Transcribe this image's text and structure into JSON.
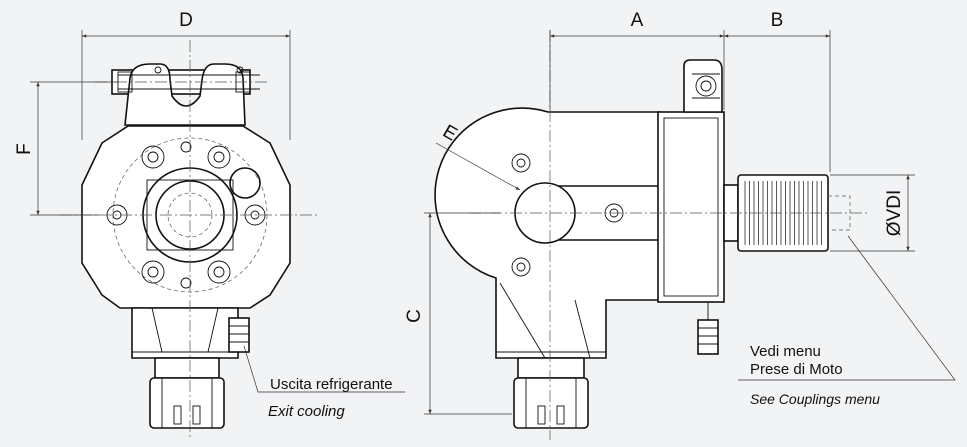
{
  "dimensions": {
    "a": "A",
    "b": "B",
    "c": "C",
    "d": "D",
    "f": "F",
    "e": "E",
    "vdi": "ØVDI"
  },
  "notes": {
    "coolant_it": "Uscita refrigerante",
    "coolant_en": "Exit cooling",
    "coupling_it_1": "Vedi menu",
    "coupling_it_2": "Prese di Moto",
    "coupling_en": "See Couplings menu"
  },
  "colors": {
    "background": "#f2f3f5",
    "line": "#111111",
    "fill": "#ffffff"
  }
}
